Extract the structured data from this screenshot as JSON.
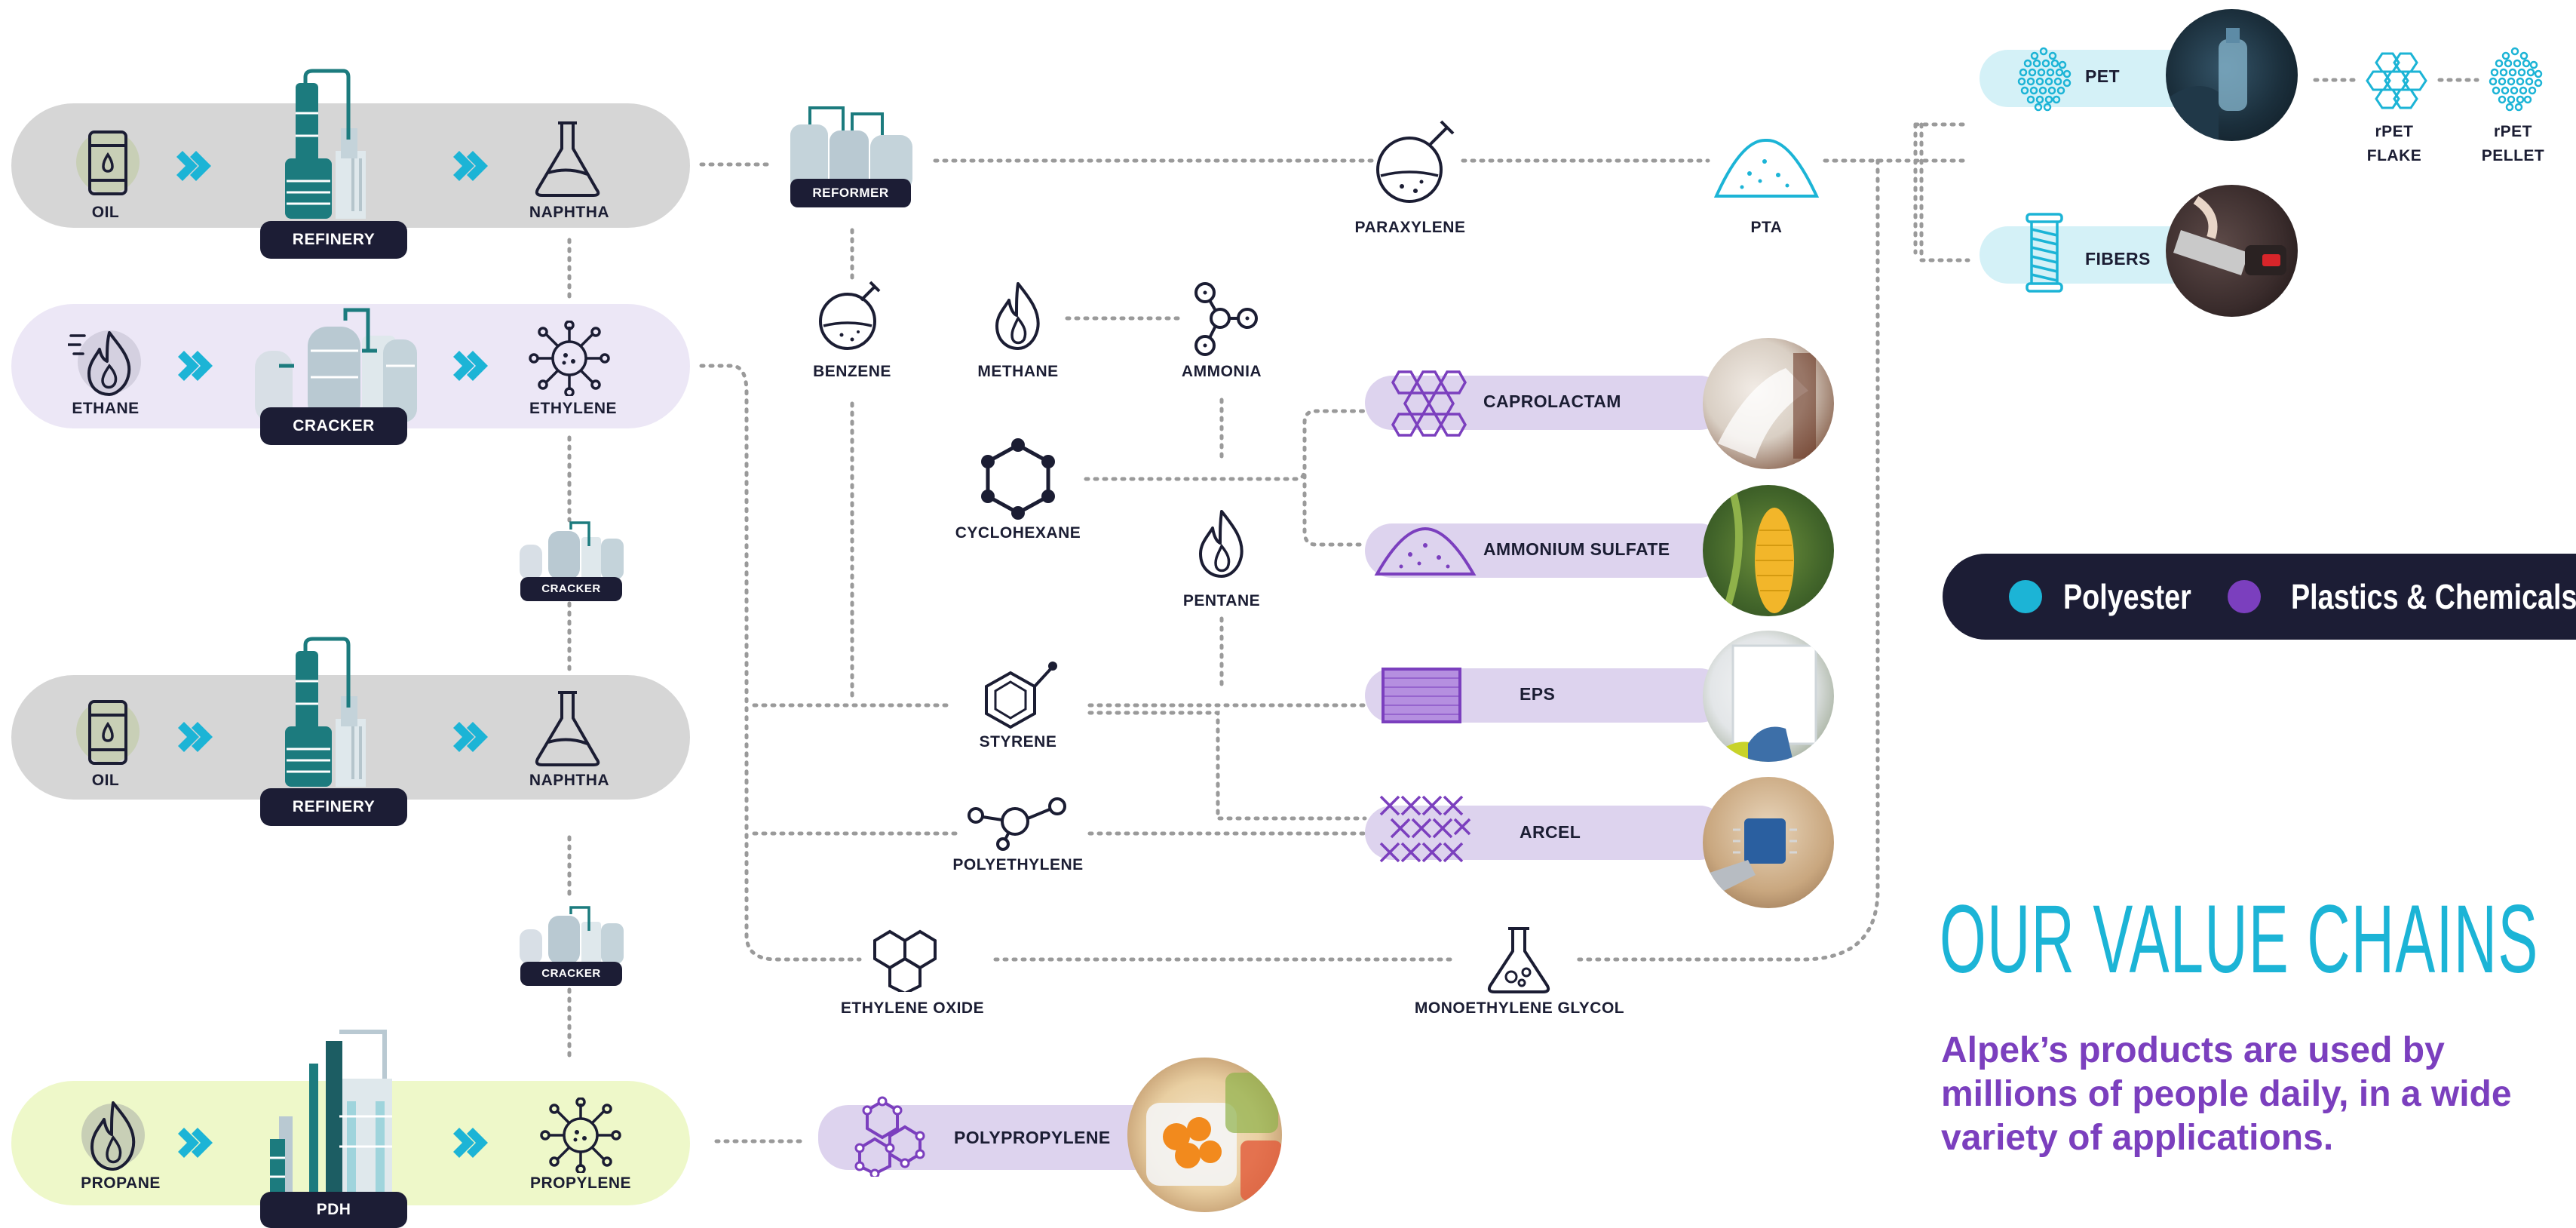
{
  "sources": {
    "oil_1": "OIL",
    "refinery_1": "REFINERY",
    "naphtha_1": "NAPHTHA",
    "ethane": "ETHANE",
    "cracker_main": "CRACKER",
    "ethylene": "ETHYLENE",
    "cracker_small_1": "CRACKER",
    "oil_2": "OIL",
    "refinery_2": "REFINERY",
    "naphtha_2": "NAPHTHA",
    "cracker_small_2": "CRACKER",
    "propane": "PROPANE",
    "pdh": "PDH",
    "propylene": "PROPYLENE"
  },
  "intermediates": {
    "reformer": "REFORMER",
    "benzene": "BENZENE",
    "methane": "METHANE",
    "ammonia": "AMMONIA",
    "cyclohexane": "CYCLOHEXANE",
    "pentane": "PENTANE",
    "styrene": "STYRENE",
    "polyethylene": "POLYETHYLENE",
    "ethylene_oxide": "ETHYLENE OXIDE",
    "paraxylene": "PARAXYLENE",
    "pta": "PTA",
    "meg": "MONOETHYLENE GLYCOL"
  },
  "products": {
    "caprolactam": "CAPROLACTAM",
    "ammonium_sulfate": "AMMONIUM SULFATE",
    "eps": "EPS",
    "arcel": "ARCEL",
    "polypropylene": "POLYPROPYLENE",
    "pet": "PET",
    "fibers": "FIBERS",
    "rpet_flake_1": "rPET",
    "rpet_flake_2": "FLAKE",
    "rpet_pellet_1": "rPET",
    "rpet_pellet_2": "PELLET"
  },
  "legend": {
    "polyester": "Polyester",
    "plastics": "Plastics & Chemicals",
    "polyester_color": "#1cb4d6",
    "plastics_color": "#7b3fbe"
  },
  "headline": {
    "title": "OUR VALUE CHAINS",
    "line1": "Alpek’s products are used by",
    "line2": "millions of people daily, in a wide",
    "line3": "variety of applications."
  }
}
